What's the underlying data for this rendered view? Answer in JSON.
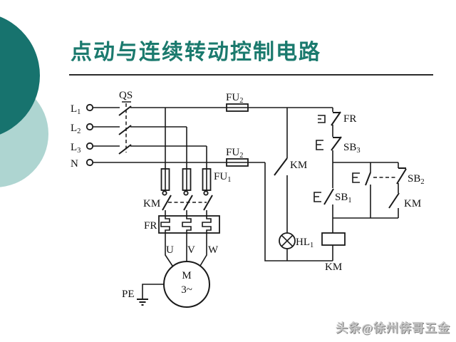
{
  "slide": {
    "title": "点动与连续转动控制电路",
    "watermark": "头条@徐州倴哥五金"
  },
  "colors": {
    "title_text": "#1b7a6e",
    "corner_circle_dark": "#17736e",
    "corner_circle_light": "#aed5d1",
    "circuit_line": "#1a1a1a",
    "background": "#ffffff"
  },
  "labels": {
    "l1": {
      "main": "L",
      "sub": "1"
    },
    "l2": {
      "main": "L",
      "sub": "2"
    },
    "l3": {
      "main": "L",
      "sub": "3"
    },
    "n": {
      "main": "N",
      "sub": ""
    },
    "qs": "QS",
    "fu2_top": {
      "main": "FU",
      "sub": "2"
    },
    "fu2_n": {
      "main": "FU",
      "sub": "2"
    },
    "fu1": {
      "main": "FU",
      "sub": "1"
    },
    "km_main": "KM",
    "fr_box": "FR",
    "u": "U",
    "v": "V",
    "w": "W",
    "motor_m": "M",
    "motor_phase": "3~",
    "pe": "PE",
    "km_aux": "KM",
    "hl1": {
      "main": "HL",
      "sub": "1"
    },
    "fr_contact": "FR",
    "sb3": {
      "main": "SB",
      "sub": "3"
    },
    "sb1": {
      "main": "SB",
      "sub": "1"
    },
    "sb2": {
      "main": "SB",
      "sub": "2"
    },
    "km_holding": "KM",
    "km_coil": "KM"
  }
}
